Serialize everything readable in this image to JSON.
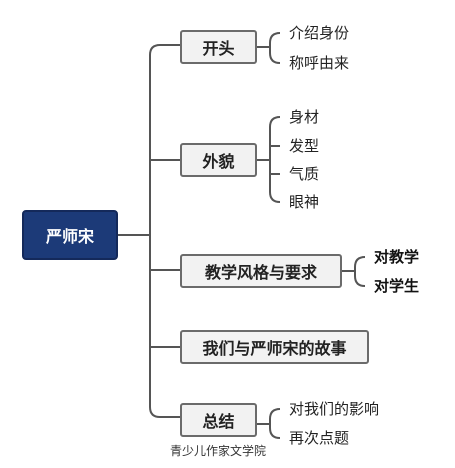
{
  "root": {
    "label": "严师宋"
  },
  "branches": [
    {
      "label": "开头",
      "children": [
        "介绍身份",
        "称呼由来"
      ]
    },
    {
      "label": "外貌",
      "children": [
        "身材",
        "发型",
        "气质",
        "眼神"
      ]
    },
    {
      "label": "教学风格与要求",
      "children": [
        "对教学",
        "对学生"
      ]
    },
    {
      "label": "我们与严师宋的故事",
      "children": []
    },
    {
      "label": "总结",
      "children": [
        "对我们的影响",
        "再次点题"
      ]
    }
  ],
  "watermark": "青少儿作家文学院",
  "colors": {
    "root_fill": "#1c3a78",
    "line": "#555555",
    "box_border": "#6b6b6b",
    "box_fill": "#f2f2f2"
  }
}
